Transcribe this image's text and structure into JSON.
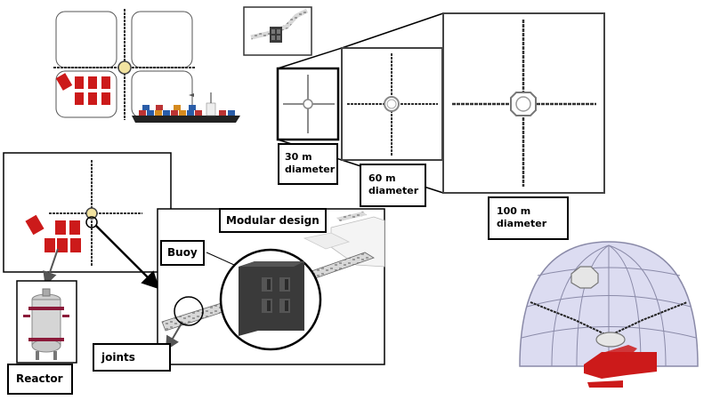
{
  "labels": {
    "d30": "30 m\ndiameter",
    "d60": "60 m\ndiameter",
    "d100": "100 m\ndiameter",
    "modular": "Modular design",
    "buoy": "Buoy",
    "joints": "joints",
    "reactor": "Reactor"
  },
  "colors": {
    "reactor_red": "#cc1a1a",
    "cable": "#333333",
    "buoy_ring": "#c8b070",
    "dome_panel": "#d6d6ee",
    "dome_edge": "#8a8aa8",
    "ship_hull": "#222222"
  }
}
